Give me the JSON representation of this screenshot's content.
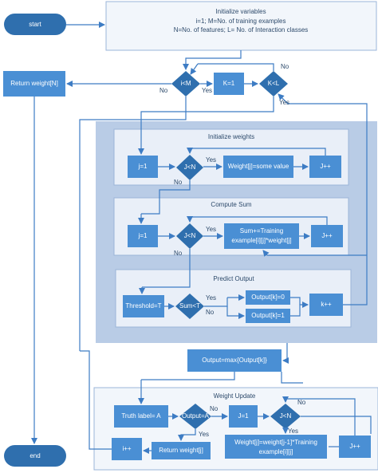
{
  "terminals": {
    "start": "start",
    "end": "end"
  },
  "init": {
    "title": "Initialize variables",
    "line1": "i=1; M=No. of training examples",
    "line2": "N=No. of features; L= No. of Interaction classes"
  },
  "top": {
    "return_weight": "Return weight[N]",
    "i_lt_m": "i<M",
    "k_eq_1": "K=1",
    "k_lt_l": "K<L"
  },
  "init_weights": {
    "title": "Initialize weights",
    "j1": "j=1",
    "jltn": "J<N",
    "assign": "Weight[j]=some value",
    "jpp": "J++"
  },
  "compute_sum": {
    "title": "Compute Sum",
    "j1": "j=1",
    "jltn": "J<N",
    "sum_line1": "Sum+=Training",
    "sum_line2": "example[i][j]*weight[j]",
    "jpp": "J++"
  },
  "predict": {
    "title": "Predict Output",
    "threshold": "Threshold=T",
    "sumltt": "Sum<T",
    "out0": "Output[k]=0",
    "out1": "Output[k]=1",
    "kpp": "k++"
  },
  "output_max": "Output=max{Output[k]}",
  "weight_update": {
    "title": "Weight Update",
    "truth": "Truth label= A",
    "outeqa": "Output=A",
    "j1": "J=1",
    "jltn": "J<N",
    "ret": "Return weight[j]",
    "ipp": "i++",
    "upd_line1": "Weight[j]=weight[j-1]*Training",
    "upd_line2": "example[i][j]",
    "jpp": "J++"
  },
  "labels": {
    "yes": "Yes",
    "no": "No"
  }
}
